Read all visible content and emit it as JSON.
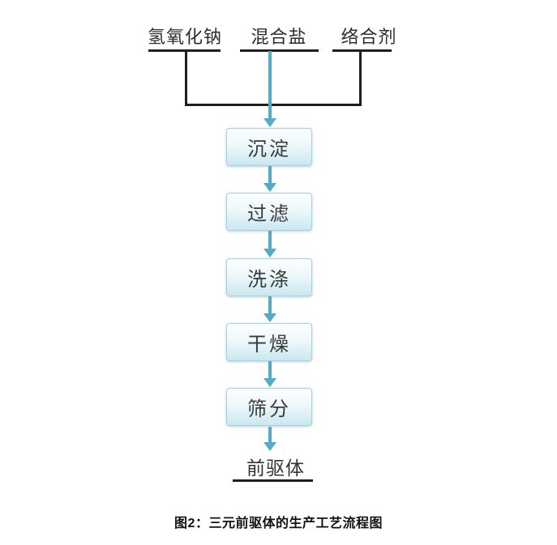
{
  "diagram": {
    "inputs": [
      {
        "label": "氢氧化钠"
      },
      {
        "label": "混合盐"
      },
      {
        "label": "络合剂"
      }
    ],
    "steps": [
      {
        "label": "沉淀"
      },
      {
        "label": "过滤"
      },
      {
        "label": "洗涤"
      },
      {
        "label": "干燥"
      },
      {
        "label": "筛分"
      }
    ],
    "output": {
      "label": "前驱体"
    },
    "caption": "图2：三元前驱体的生产工艺流程图",
    "colors": {
      "arrow": "#4fadc6",
      "connector_line": "#1f1f1f",
      "box_border": "#a9cfdc",
      "box_fill_top": "#fdfeff",
      "box_fill_bottom": "#c9e8f1",
      "box_text": "#3a3a3a",
      "label_text": "#2d2d2d",
      "background": "#ffffff"
    }
  }
}
